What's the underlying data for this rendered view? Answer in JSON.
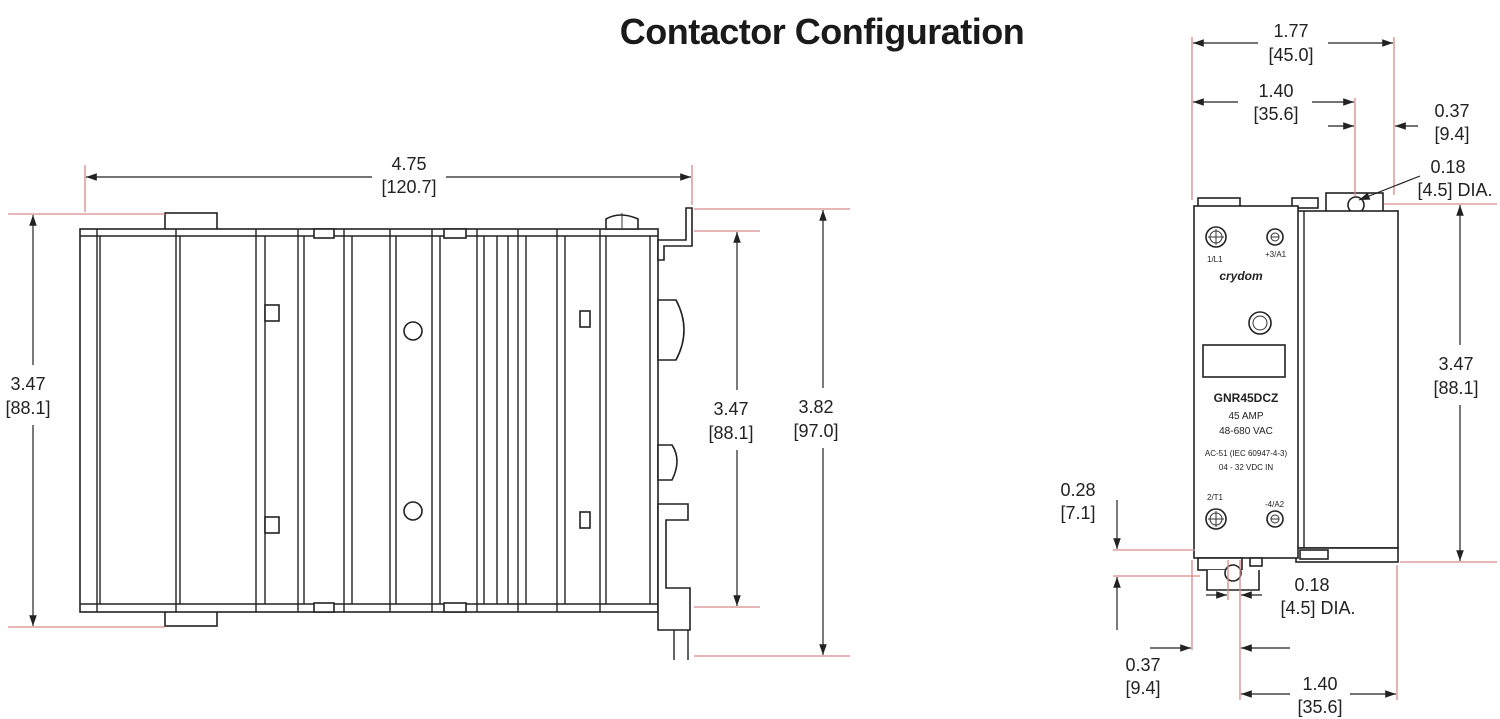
{
  "title": "Contactor Configuration",
  "colors": {
    "extension_line": "#d98a8a",
    "outline": "#222222"
  },
  "side_view": {
    "width_in": "4.75",
    "width_mm": "[120.7]",
    "left_height_in": "3.47",
    "left_height_mm": "[88.1]",
    "inner_height_in": "3.47",
    "inner_height_mm": "[88.1]",
    "overall_height_in": "3.82",
    "overall_height_mm": "[97.0]"
  },
  "front_view": {
    "overall_width_in": "1.77",
    "overall_width_mm": "[45.0]",
    "hole_spacing_top_in": "1.40",
    "hole_spacing_top_mm": "[35.6]",
    "hole_offset_top_in": "0.37",
    "hole_offset_top_mm": "[9.4]",
    "hole_dia_top_in": "0.18",
    "hole_dia_top_mm": "[4.5] DIA.",
    "height_in": "3.47",
    "height_mm": "[88.1]",
    "bottom_tab_in": "0.28",
    "bottom_tab_mm": "[7.1]",
    "hole_dia_bottom_in": "0.18",
    "hole_dia_bottom_mm": "[4.5] DIA.",
    "hole_offset_bottom_in": "0.37",
    "hole_offset_bottom_mm": "[9.4]",
    "hole_spacing_bottom_in": "1.40",
    "hole_spacing_bottom_mm": "[35.6]",
    "label": {
      "terminal_1": "1/L1",
      "terminal_3": "+3/A1",
      "brand": "crydom",
      "model": "GNR45DCZ",
      "rating_amp": "45 AMP",
      "rating_vac": "48-680 VAC",
      "standard": "AC-51 (IEC 60947-4-3)",
      "control": "04 - 32 VDC IN",
      "terminal_2": "2/T1",
      "terminal_4": "-4/A2"
    }
  }
}
